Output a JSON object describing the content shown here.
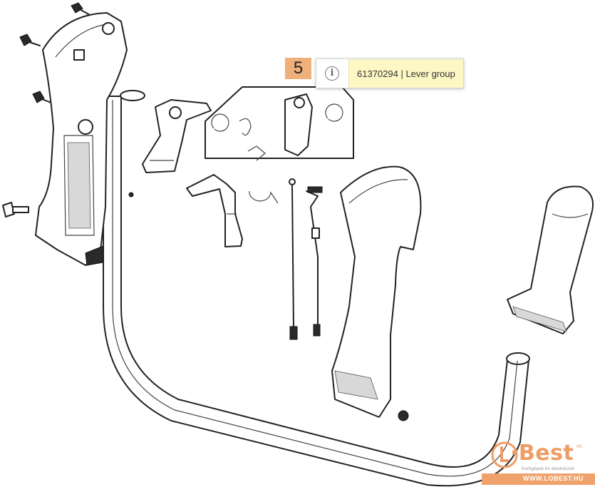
{
  "callout": {
    "number": "5",
    "icon": "info-icon",
    "icon_glyph": "i",
    "text": "61370294 | Lever group"
  },
  "logo": {
    "word": "·Best",
    "suffix": "Kft.",
    "tagline": "Kertigépek és alkatrészek",
    "url": "WWW.LOBEST.HU",
    "color": "#ef9d66"
  }
}
